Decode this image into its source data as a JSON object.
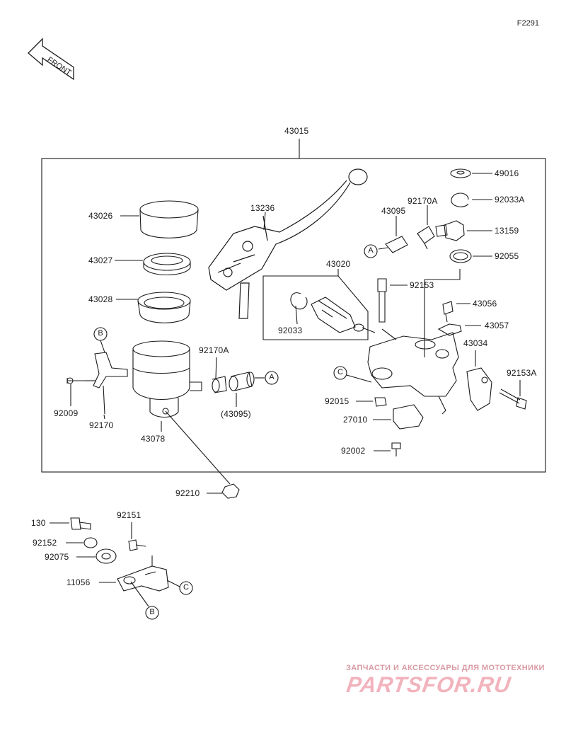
{
  "diagram_code": "F2291",
  "front_sign": "FRONT",
  "watermark": {
    "line1": "ЗАПЧАСТИ И АКСЕССУАРЫ ДЛЯ МОТОТЕХНИКИ",
    "line2": "PARTSFOR.RU"
  },
  "callouts": {
    "p43015": "43015",
    "p43026": "43026",
    "p43027": "43027",
    "p43028": "43028",
    "p13236": "13236",
    "p43020": "43020",
    "p92033": "92033",
    "p43095": "43095",
    "p92170A_top": "92170A",
    "p49016": "49016",
    "p92033A": "92033A",
    "p13159": "13159",
    "p92055": "92055",
    "p92153": "92153",
    "p43056": "43056",
    "p43057": "43057",
    "p43034": "43034",
    "p92153A": "92153A",
    "p92170A_mid": "92170A",
    "p43095_paren": "(43095)",
    "p92009": "92009",
    "p92170": "92170",
    "p43078": "43078",
    "p92015": "92015",
    "p27010": "27010",
    "p92002": "92002",
    "p92210": "92210",
    "p130": "130",
    "p92151": "92151",
    "p92152": "92152",
    "p92075": "92075",
    "p11056": "11056"
  },
  "refs": {
    "A": "A",
    "B": "B",
    "C": "C"
  }
}
